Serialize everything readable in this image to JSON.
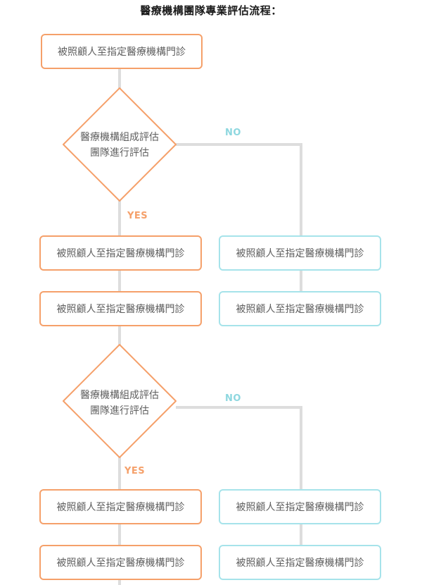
{
  "title": "醫療機構團隊專業評估流程：",
  "colors": {
    "yes_branch": "#f5a06a",
    "no_branch": "#a6e3ea",
    "connector": "#dddddd"
  },
  "start": {
    "label": "被照顧人至指定醫療機構門診"
  },
  "stages": [
    {
      "decision": {
        "line1": "醫療機構組成評估",
        "line2": "團隊進行評估"
      },
      "yes_label": "YES",
      "no_label": "NO",
      "yes_steps": [
        "被照顧人至指定醫療機構門診",
        "被照顧人至指定醫療機構門診"
      ],
      "no_steps": [
        "被照顧人至指定醫療機構門診",
        "被照顧人至指定醫療機構門診"
      ]
    },
    {
      "decision": {
        "line1": "醫療機構組成評估",
        "line2": "團隊進行評估"
      },
      "yes_label": "YES",
      "no_label": "NO",
      "yes_steps": [
        "被照顧人至指定醫療機構門診",
        "被照顧人至指定醫療機構門診"
      ],
      "no_steps": [
        "被照顧人至指定醫療機構門診",
        "被照顧人至指定醫療機構門診"
      ]
    }
  ]
}
